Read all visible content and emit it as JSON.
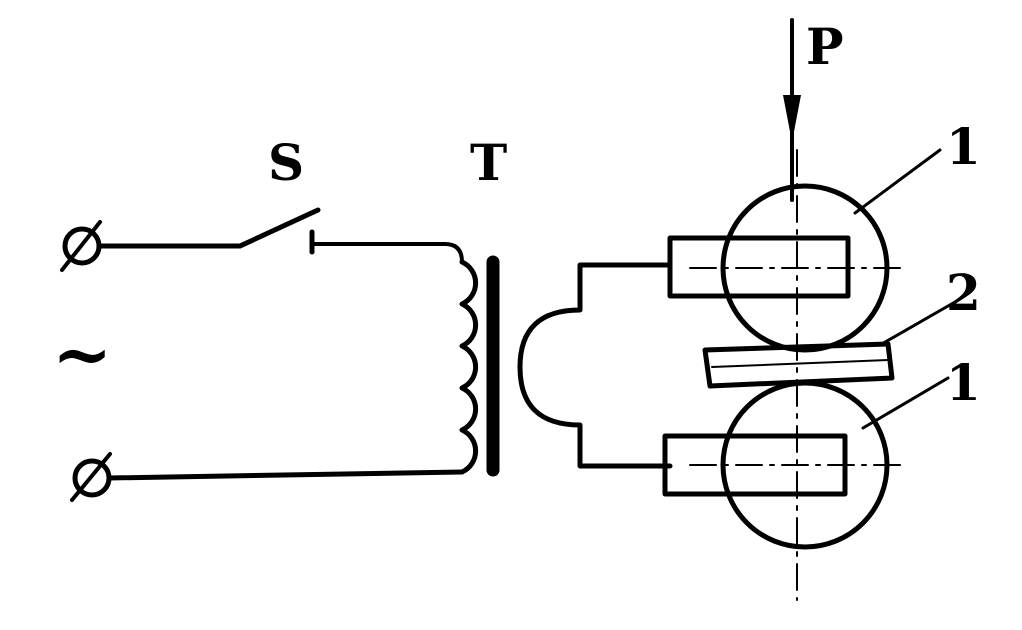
{
  "labels": {
    "switch": "S",
    "transformer": "T",
    "pressure": "P",
    "roller_top": "1",
    "workpiece": "2",
    "roller_bottom": "1",
    "ac_symbol": "~"
  },
  "colors": {
    "ink": "#000000",
    "background": "#ffffff"
  }
}
